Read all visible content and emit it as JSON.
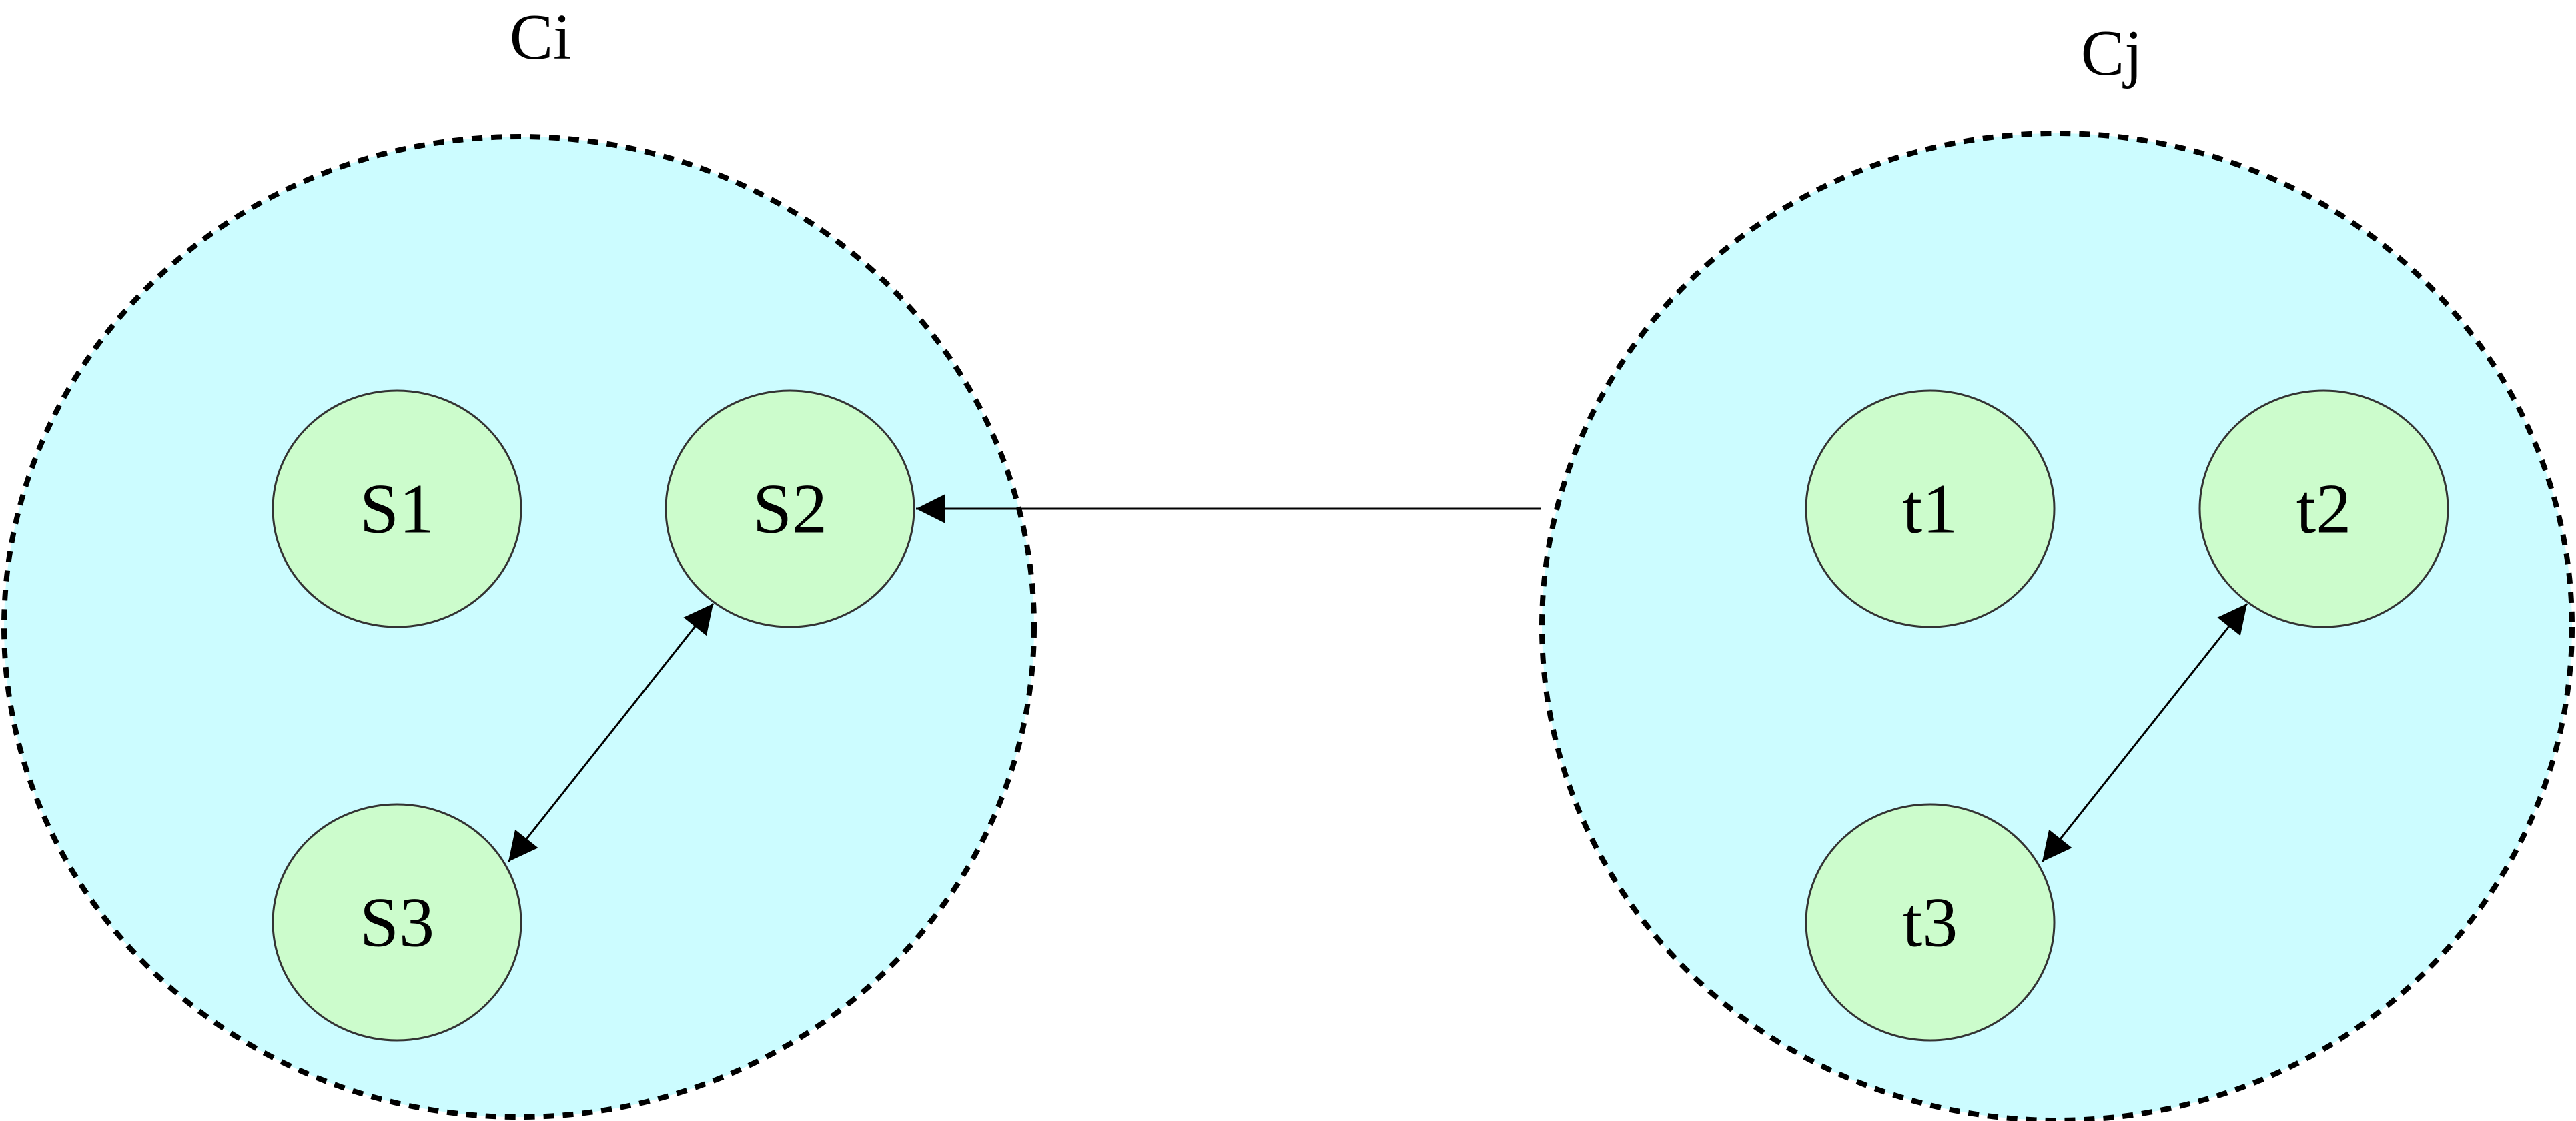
{
  "colors": {
    "cluster_fill": "#ccfcff",
    "cluster_stroke": "#000000",
    "node_fill": "#ccfccc",
    "node_stroke": "#333333",
    "edge": "#000000",
    "background": "#ffffff"
  },
  "clusters": [
    {
      "id": "Ci",
      "label": "Ci",
      "border_style": "dashed"
    },
    {
      "id": "Cj",
      "label": "Cj",
      "border_style": "dashed"
    }
  ],
  "nodes": [
    {
      "id": "S1",
      "label": "S1",
      "cluster": "Ci"
    },
    {
      "id": "S2",
      "label": "S2",
      "cluster": "Ci"
    },
    {
      "id": "S3",
      "label": "S3",
      "cluster": "Ci"
    },
    {
      "id": "t1",
      "label": "t1",
      "cluster": "Cj"
    },
    {
      "id": "t2",
      "label": "t2",
      "cluster": "Cj"
    },
    {
      "id": "t3",
      "label": "t3",
      "cluster": "Cj"
    }
  ],
  "edges": [
    {
      "from": "S2",
      "to": "S3",
      "direction": "both"
    },
    {
      "from": "Cj",
      "to": "S2",
      "direction": "forward"
    },
    {
      "from": "t2",
      "to": "t3",
      "direction": "both"
    }
  ]
}
